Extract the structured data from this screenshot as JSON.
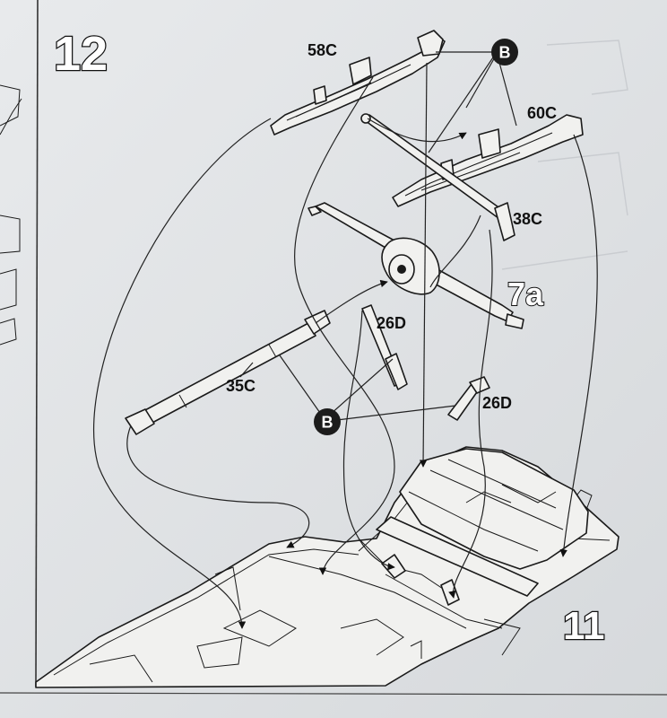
{
  "step": {
    "number": "12",
    "next_step": "11"
  },
  "callouts": {
    "leaf_spring_left": "58C",
    "leaf_spring_right": "60C",
    "crossbar": "38C",
    "axle_ref": "7a",
    "driveshaft": "35C",
    "shock_upper": "26D",
    "shock_lower": "26D"
  },
  "markers": {
    "top": "B",
    "bottom": "B"
  }
}
